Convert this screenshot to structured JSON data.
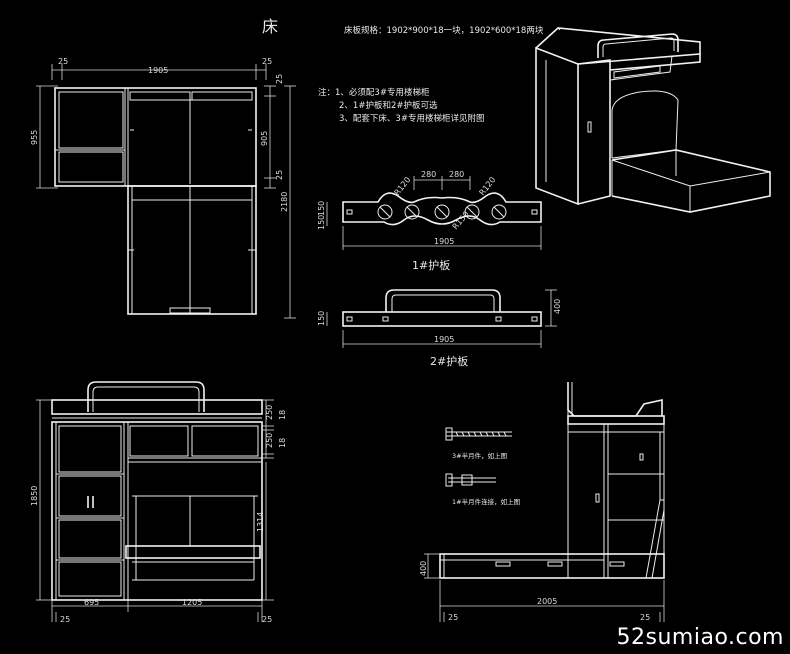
{
  "title": "床",
  "spec_text": "床板规格：1902*900*18一块，1902*600*18两块",
  "notes": [
    "注：1、必须配3#专用楼梯柜",
    "2、1#护板和2#护板可选",
    "3、配套下床、3#专用楼梯柜详见附图"
  ],
  "plan_view": {
    "dims": [
      "25",
      "1905",
      "25",
      "955",
      "25",
      "905",
      "25",
      "2180"
    ]
  },
  "guard1": {
    "label": "1#护板",
    "dims": [
      "280",
      "280",
      "R120",
      "R120",
      "R150",
      "150",
      "150",
      "1905"
    ]
  },
  "guard2": {
    "label": "2#护板",
    "dims": [
      "150",
      "400",
      "1905"
    ]
  },
  "front_view": {
    "dims": [
      "250",
      "18",
      "250",
      "18",
      "1850",
      "1314",
      "695",
      "1205",
      "25",
      "25"
    ]
  },
  "side_view": {
    "dims": [
      "400",
      "2005",
      "25",
      "25"
    ],
    "bolt1": "3#半月件，如上图",
    "bolt2": "1#半月件连接，如上图"
  },
  "watermark": "52sumiao.com"
}
